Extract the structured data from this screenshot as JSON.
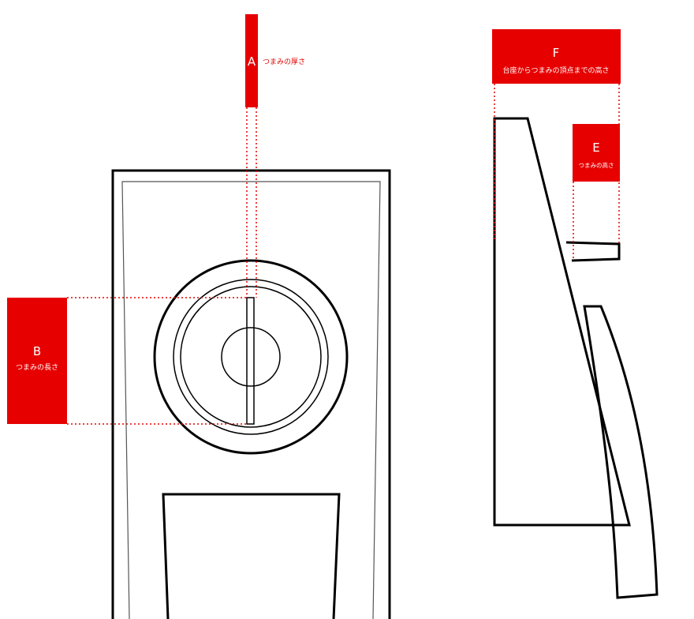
{
  "labels": {
    "a": {
      "letter": "A",
      "text": "つまみの厚さ"
    },
    "b": {
      "letter": "B",
      "text": "つまみの長さ"
    },
    "e": {
      "letter": "E",
      "text": "つまみの高さ"
    },
    "f": {
      "letter": "F",
      "text": "台座からつまみの頂点までの高さ"
    }
  },
  "colors": {
    "accent": "#e60000",
    "line": "#000000",
    "background": "#ffffff"
  }
}
